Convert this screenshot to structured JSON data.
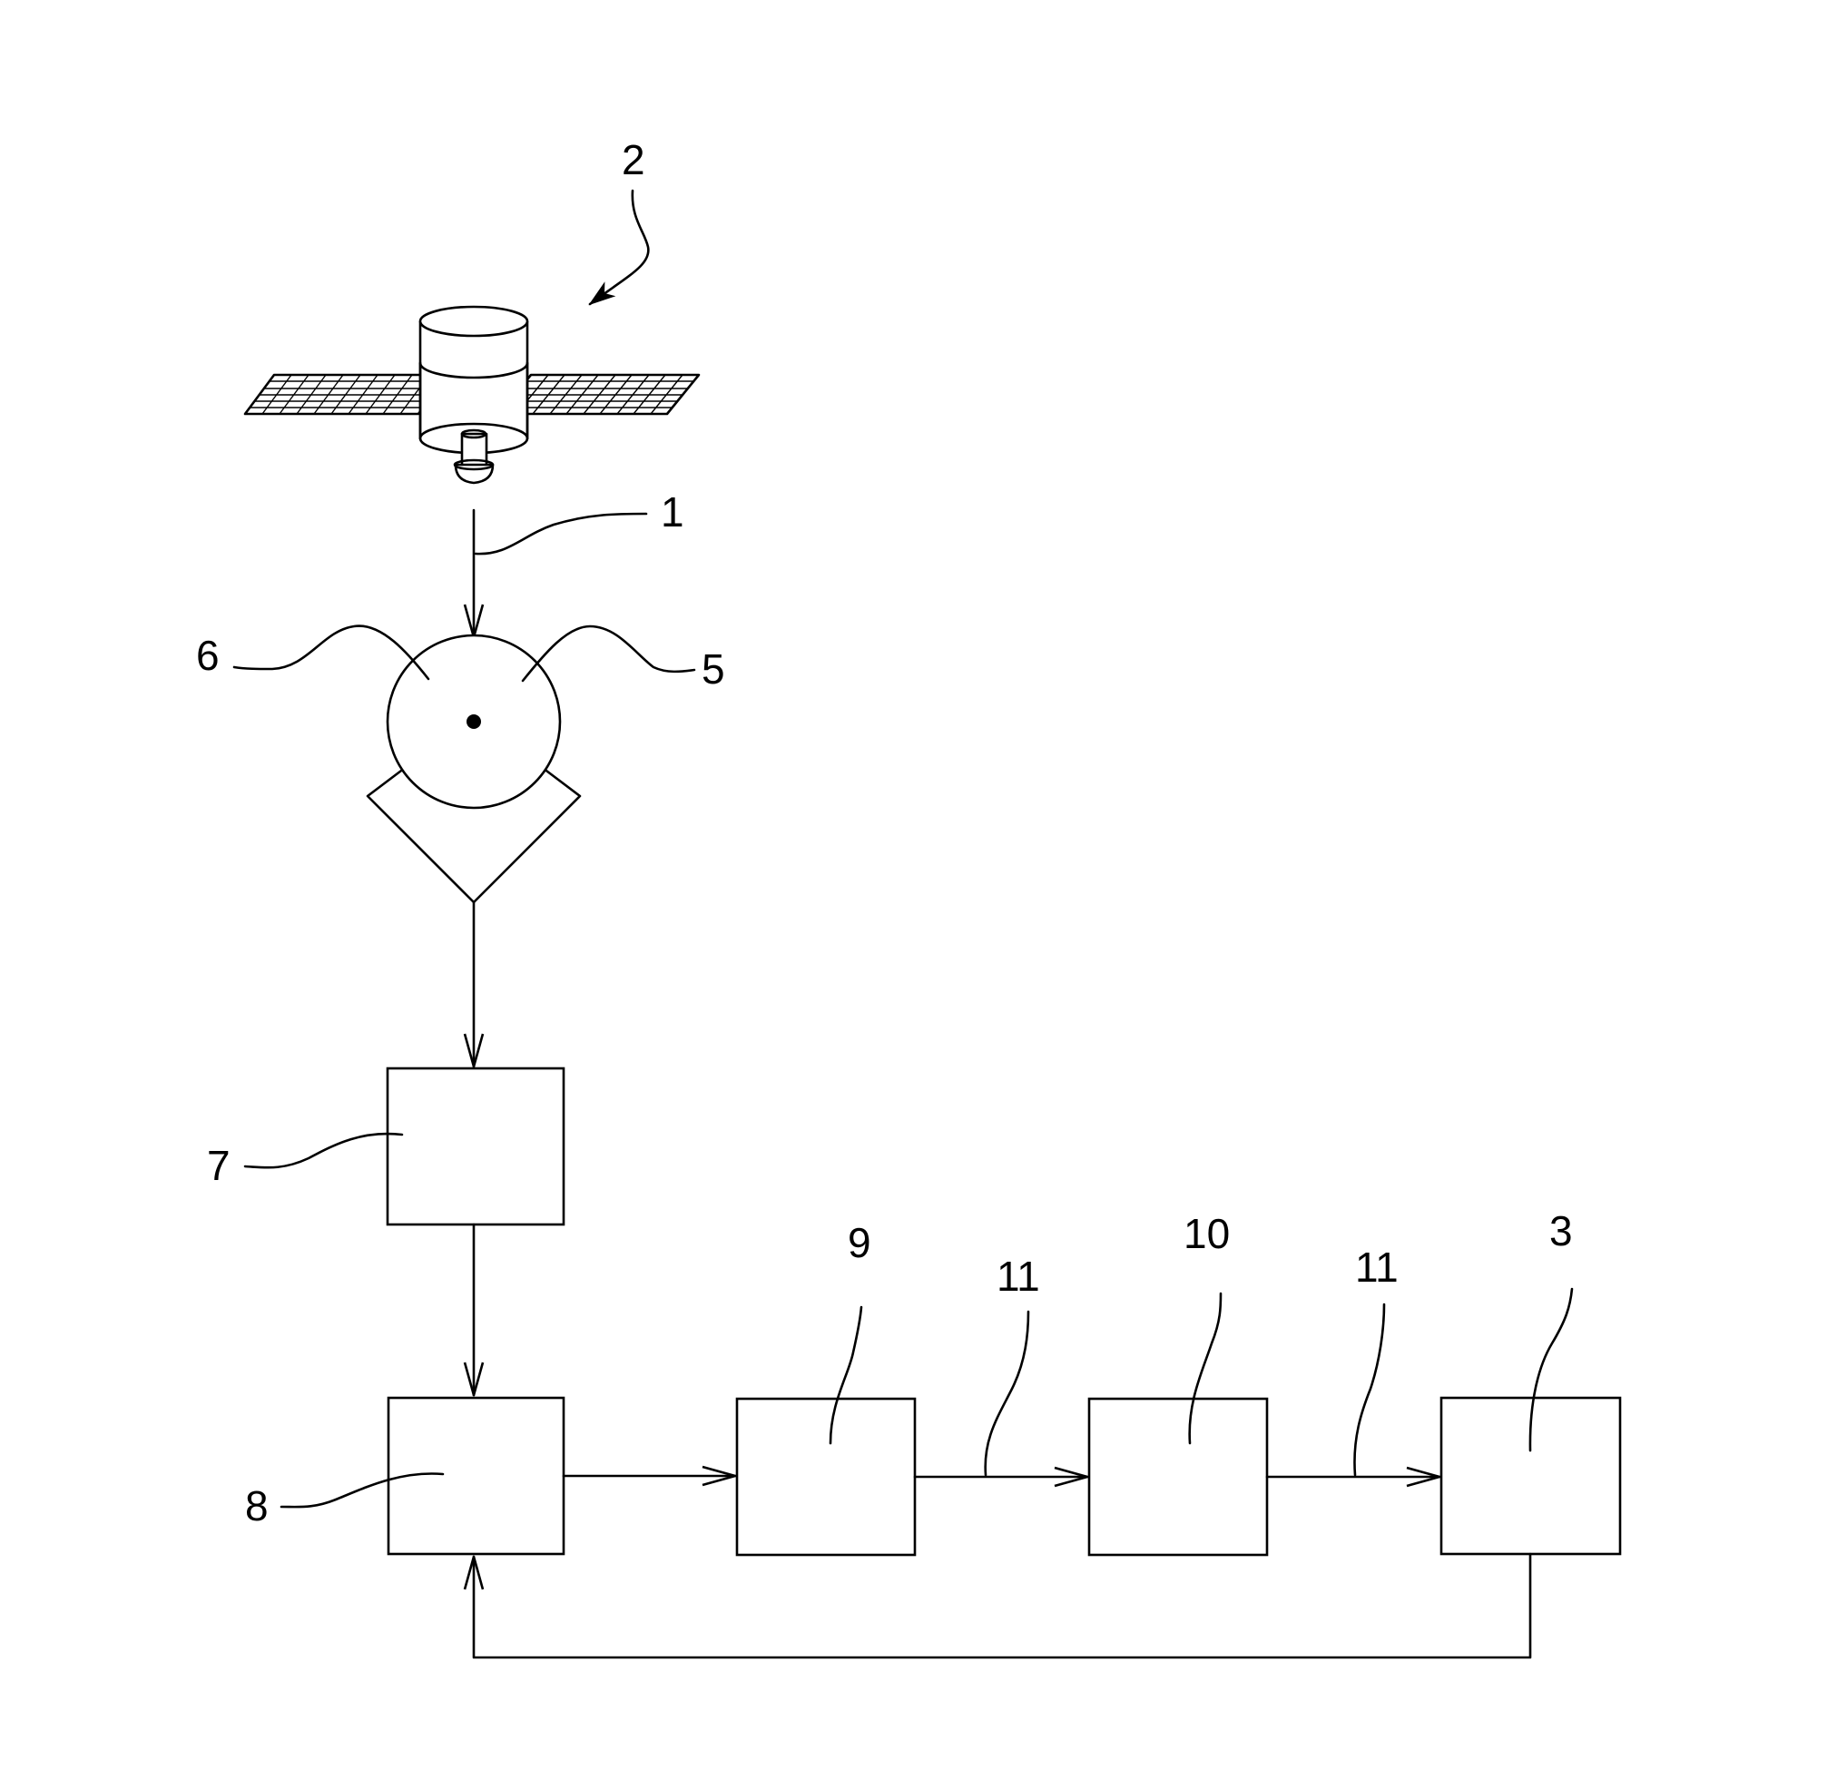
{
  "labels": {
    "satellite": "2",
    "signal": "1",
    "antenna_left": "6",
    "antenna_right": "5",
    "block_a": "7",
    "block_b": "8",
    "block_c": "9",
    "block_d": "10",
    "block_e": "3",
    "link_1": "11",
    "link_2": "11"
  }
}
